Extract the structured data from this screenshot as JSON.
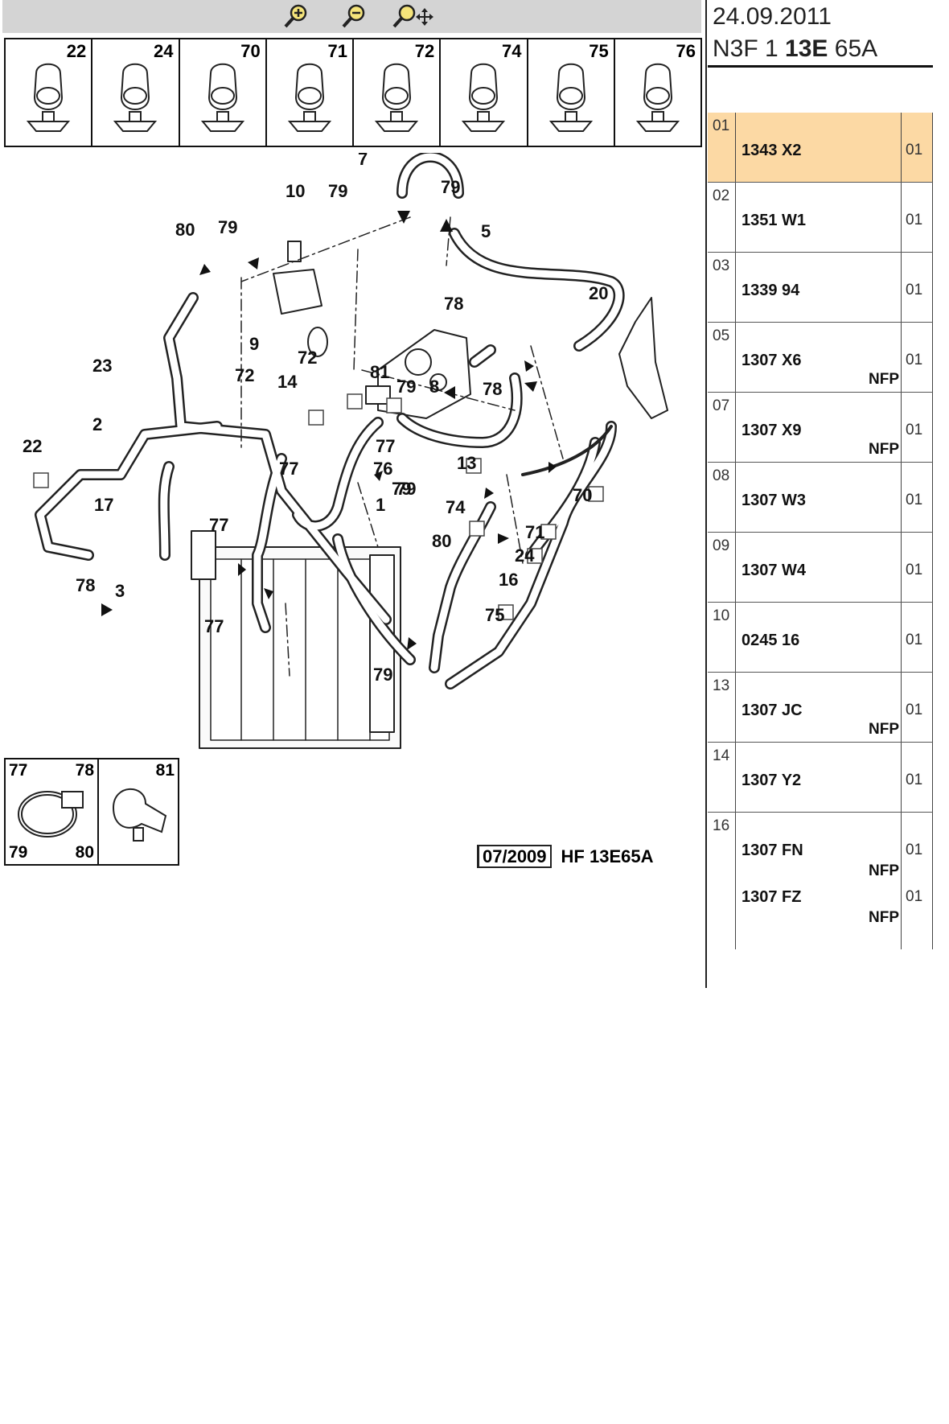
{
  "toolbar": {
    "buttons": [
      {
        "name": "zoom-in-button",
        "icon": "zoom-in-icon"
      },
      {
        "name": "zoom-out-button",
        "icon": "zoom-out-icon"
      },
      {
        "name": "zoom-pan-button",
        "icon": "zoom-pan-icon"
      }
    ]
  },
  "header": {
    "date": "24.09.2011",
    "code_prefix": "N3F 1 ",
    "code_bold": "13E",
    "code_suffix": " 65A"
  },
  "thumbnails": [
    "22",
    "24",
    "70",
    "71",
    "72",
    "74",
    "75",
    "76"
  ],
  "legend": {
    "tl": "77",
    "tr": "78",
    "tr2": "81",
    "bl": "79",
    "br": "80"
  },
  "footer": {
    "date": "07/2009",
    "ref": "HF 13E65A"
  },
  "callouts": [
    "7",
    "10",
    "79",
    "79",
    "80",
    "79",
    "5",
    "20",
    "78",
    "9",
    "72",
    "81",
    "23",
    "72",
    "14",
    "79",
    "8",
    "78",
    "2",
    "22",
    "77",
    "13",
    "79",
    "77",
    "76",
    "17",
    "79",
    "74",
    "70",
    "1",
    "71",
    "77",
    "80",
    "24",
    "78",
    "3",
    "16",
    "75",
    "77",
    "79"
  ],
  "parts": [
    {
      "idx": "01",
      "ref": "1343 X2",
      "qty": "01",
      "nfp": "",
      "selected": true
    },
    {
      "idx": "02",
      "ref": "1351 W1",
      "qty": "01",
      "nfp": ""
    },
    {
      "idx": "03",
      "ref": "1339 94",
      "qty": "01",
      "nfp": ""
    },
    {
      "idx": "05",
      "ref": "1307 X6",
      "qty": "01",
      "nfp": "NFP"
    },
    {
      "idx": "07",
      "ref": "1307 X9",
      "qty": "01",
      "nfp": "NFP"
    },
    {
      "idx": "08",
      "ref": "1307 W3",
      "qty": "01",
      "nfp": ""
    },
    {
      "idx": "09",
      "ref": "1307 W4",
      "qty": "01",
      "nfp": ""
    },
    {
      "idx": "10",
      "ref": "0245 16",
      "qty": "01",
      "nfp": ""
    },
    {
      "idx": "13",
      "ref": "1307 JC",
      "qty": "01",
      "nfp": "NFP"
    },
    {
      "idx": "14",
      "ref": "1307 Y2",
      "qty": "01",
      "nfp": ""
    }
  ],
  "part16": {
    "idx": "16",
    "ref1": "1307 FN",
    "qty1": "01",
    "nfp1": "NFP",
    "ref2": "1307 FZ",
    "qty2": "01",
    "nfp2": "NFP"
  }
}
